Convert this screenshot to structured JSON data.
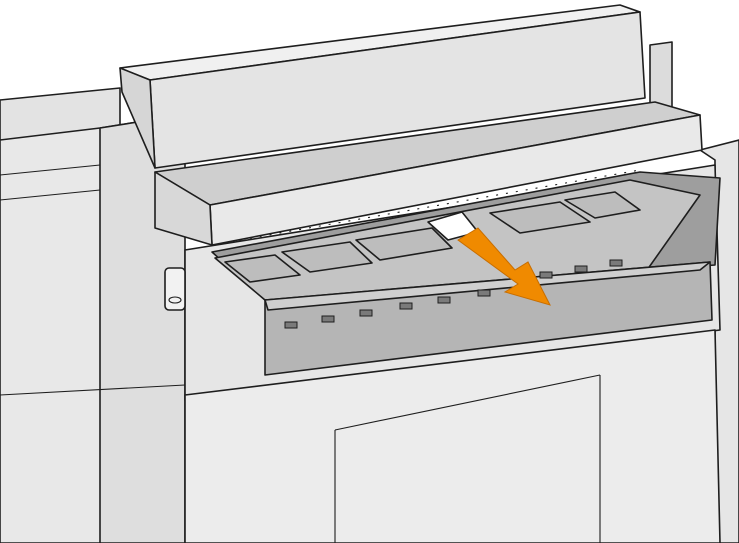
{
  "illustration": {
    "subject": "printer-top-output-paper-jam",
    "icons": [
      "printer-body",
      "paper-sheet",
      "removal-arrow-icon"
    ],
    "colors": {
      "body_light": "#e8e8e8",
      "body_mid": "#d9d9d9",
      "body_dark": "#bdbdbd",
      "recess": "#a9a9a9",
      "outline": "#1e1e1e",
      "arrow": "#f08a00",
      "paper": "#ffffff"
    }
  }
}
